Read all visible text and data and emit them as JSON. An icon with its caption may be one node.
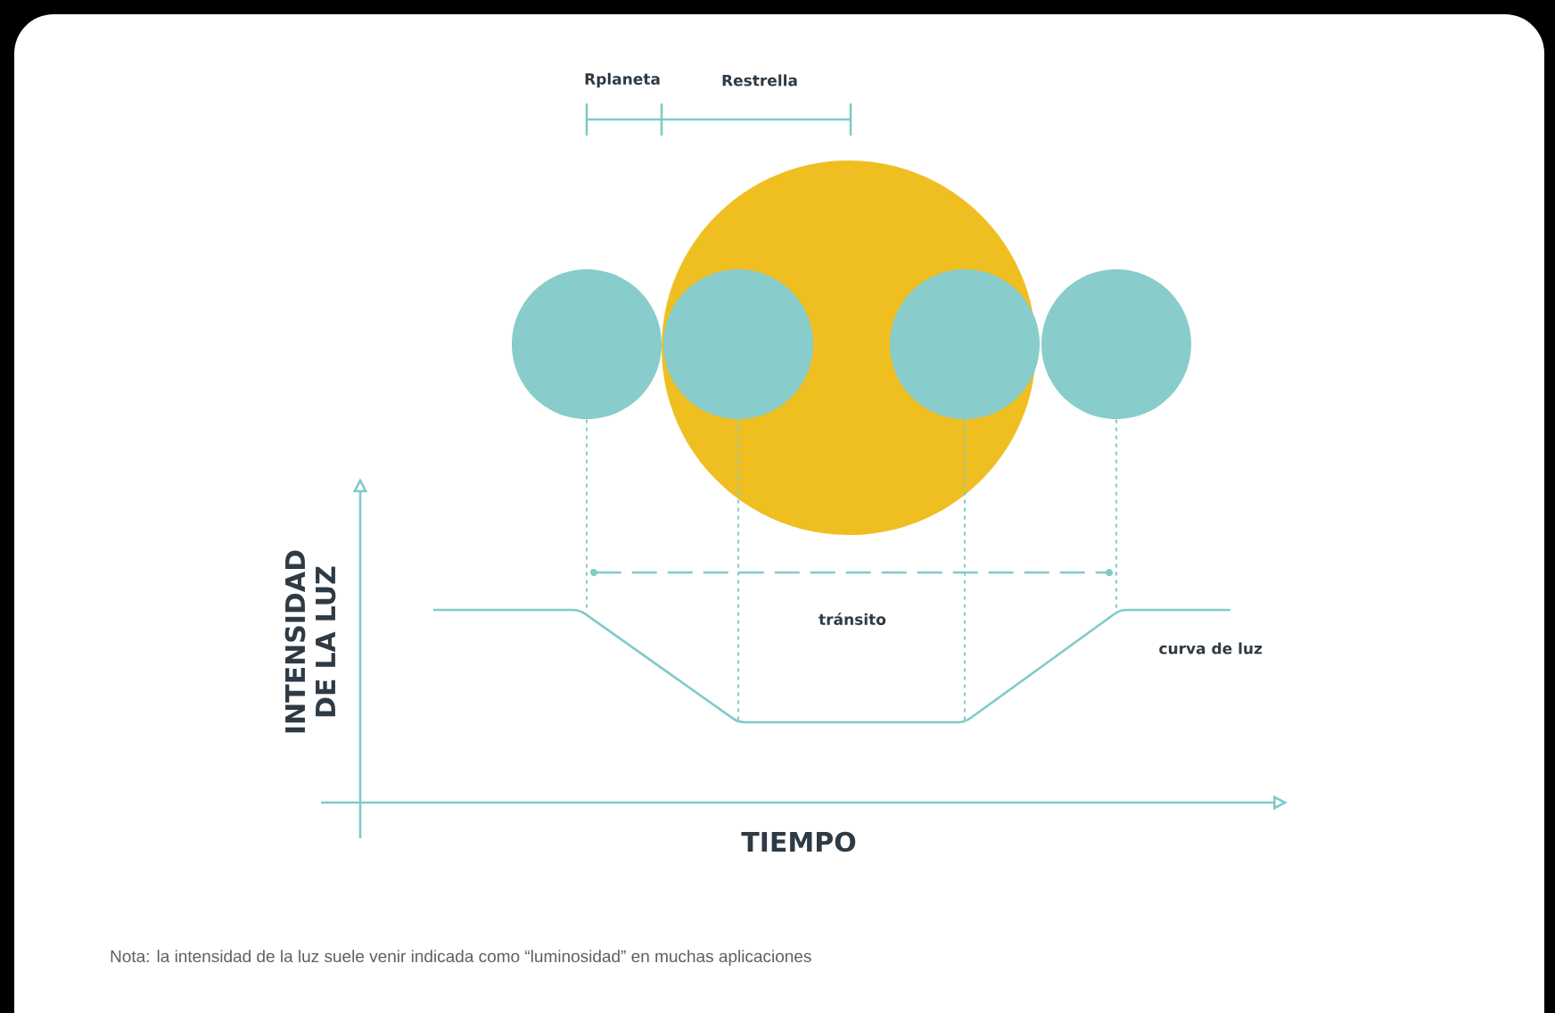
{
  "diagram": {
    "nodes": [
      {
        "text": [],
        "shape": "circle"
      },
      {
        "text": [],
        "shape": "circle"
      },
      {
        "text": [],
        "shape": "circle",
        "in": 1
      },
      {
        "text": [],
        "shape": "circle",
        "in": 1
      },
      {
        "text": [],
        "shape": "circle"
      },
      {
        "text": [
          "curva de luz"
        ]
      }
    ],
    "edges": [
      {
        "from": 0,
        "to": 5,
        "arrow": "none",
        "style": "dashed"
      },
      {
        "from": 2,
        "to": 5,
        "arrow": "none",
        "style": "dashed"
      },
      {
        "from": 3,
        "to": 5,
        "arrow": "none",
        "style": "dashed"
      },
      {
        "from": 4,
        "to": 5,
        "arrow": "none",
        "style": "dashed"
      }
    ],
    "labels": [
      "Rplaneta",
      "Restrella",
      "tránsito",
      "INTENSIDAD DE LA LUZ",
      "TIEMPO",
      "Nota: la intensidad de la luz suele venir indicada como “luminosidad” en muchas aplicaciones"
    ]
  }
}
